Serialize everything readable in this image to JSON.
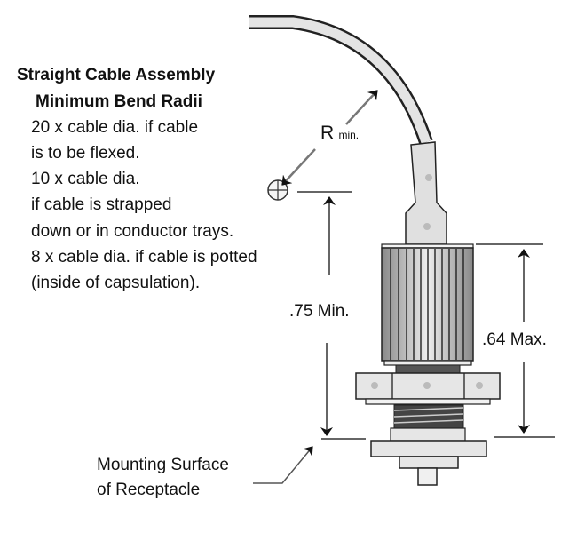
{
  "title": {
    "line1": "Straight Cable Assembly",
    "line2": "Minimum Bend Radii"
  },
  "rules": [
    "20 x cable dia. if cable",
    "is to be flexed.",
    "10 x cable dia.",
    "if cable is strapped",
    "down or in conductor trays.",
    "8 x cable dia. if cable is potted",
    "(inside of capsulation)."
  ],
  "labels": {
    "radius_main": "R",
    "radius_sub": "min.",
    "min_height": ".75 Min.",
    "max_height": ".64 Max.",
    "mounting_line1": "Mounting Surface",
    "mounting_line2": "of Receptacle"
  }
}
